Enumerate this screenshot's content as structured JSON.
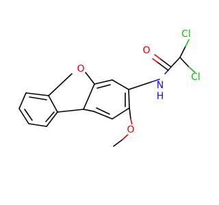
{
  "structure": {
    "atoms": {
      "o_ring": "O",
      "o_carbonyl": "O",
      "n_amide": "N",
      "h_amide": "H",
      "cl_top": "Cl",
      "cl_right": "Cl",
      "o_methoxy": "O"
    },
    "colors": {
      "bond": "#000000",
      "oxygen": "#e00000",
      "nitrogen": "#1010d0",
      "chlorine": "#18b818",
      "background": "#ffffff"
    }
  }
}
